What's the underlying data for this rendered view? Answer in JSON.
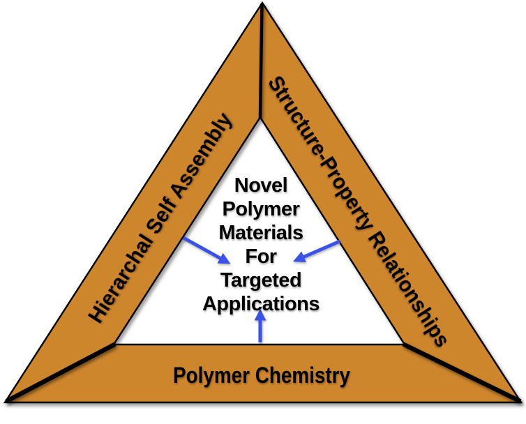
{
  "diagram": {
    "colors": {
      "band": "#CE862D",
      "outline": "#000000",
      "arrow": "#3B52E8",
      "text": "#000000",
      "background": "#FFFFFF"
    },
    "sides": {
      "left_label": "Hierarchal Self Assembly",
      "right_label": "Structure-Property Relationships",
      "bottom_label": "Polymer Chemistry"
    },
    "center": {
      "lines": [
        "Novel",
        "Polymer",
        "Materials",
        "For",
        "Targeted",
        "Applications"
      ]
    },
    "icons": {
      "arrows": [
        "arrow-from-left-icon",
        "arrow-from-right-icon",
        "arrow-from-bottom-icon"
      ]
    }
  }
}
